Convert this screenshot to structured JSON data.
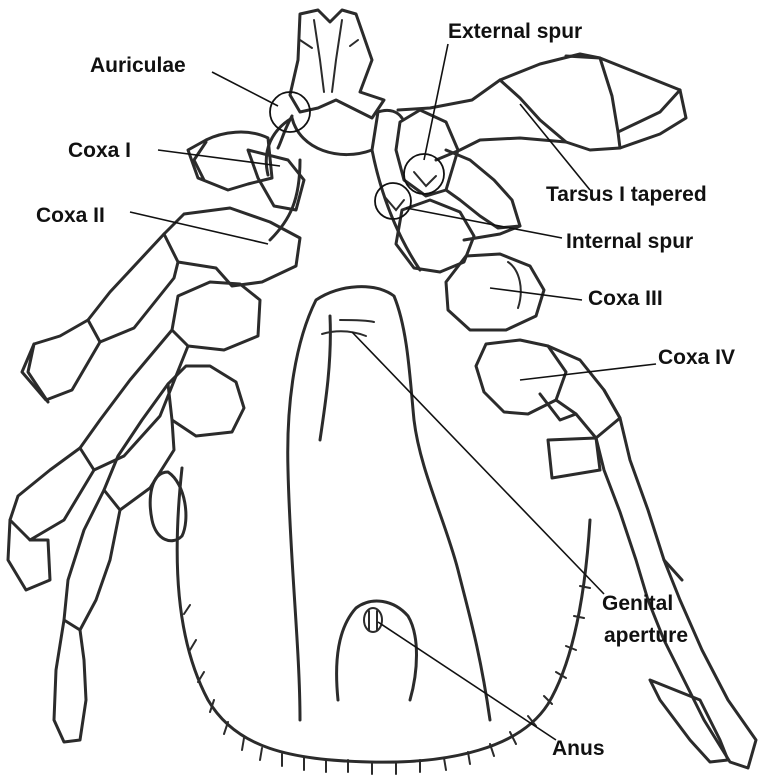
{
  "labels": {
    "auriculae": "Auriculae",
    "external_spur": "External spur",
    "coxa_1": "Coxa I",
    "tarsus_1": "Tarsus I tapered",
    "coxa_2": "Coxa II",
    "internal_spur": "Internal spur",
    "coxa_3": "Coxa III",
    "coxa_4": "Coxa IV",
    "genital_line1": "Genital",
    "genital_line2": "aperture",
    "anus": "Anus"
  }
}
